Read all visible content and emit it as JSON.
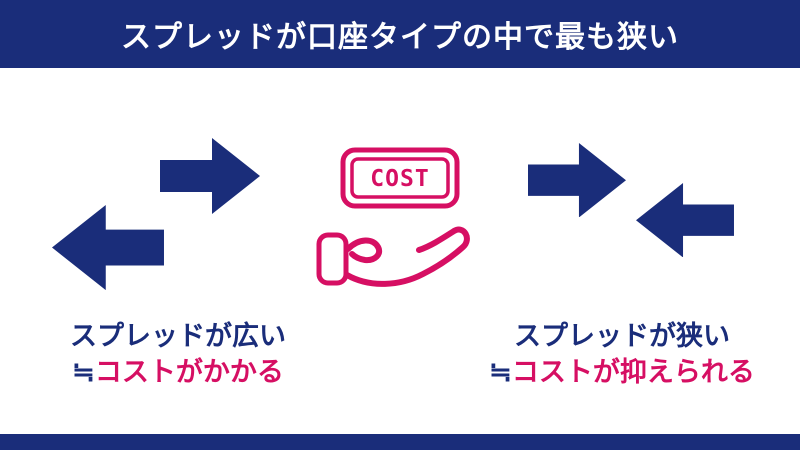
{
  "colors": {
    "navy": "#1a2d7a",
    "pink": "#d60f63",
    "background": "#ffffff"
  },
  "header": {
    "title": "スプレッドが口座タイプの中で最も狭い"
  },
  "cost_icon": {
    "label": "COST",
    "icon_name": "hand-offering-cost-sign"
  },
  "icons": {
    "left_group": "diverging-arrows",
    "right_group": "converging-arrows"
  },
  "captions": {
    "left": {
      "line1": "スプレッドが広い",
      "approx": "≒",
      "line2": "コストがかかる"
    },
    "right": {
      "line1": "スプレッドが狭い",
      "approx": "≒",
      "line2": "コストが抑えられる"
    }
  }
}
